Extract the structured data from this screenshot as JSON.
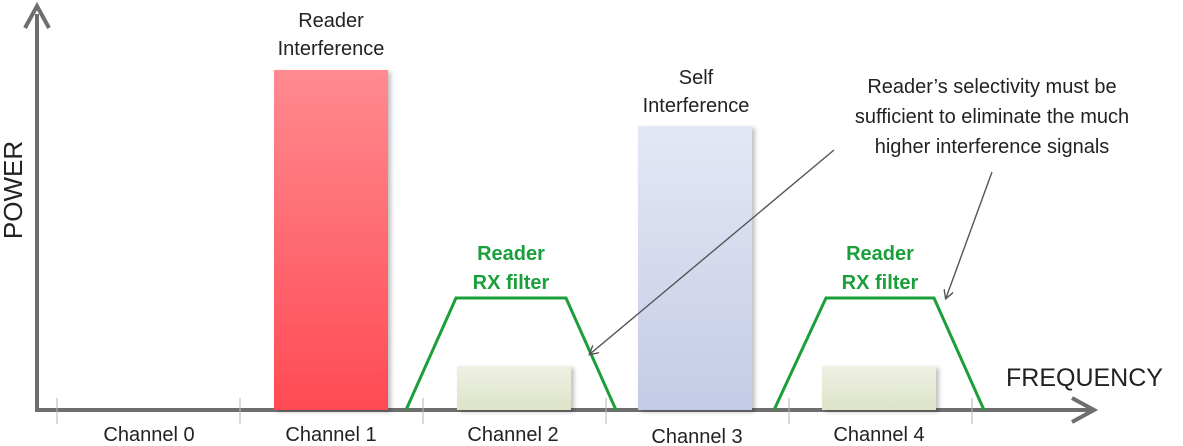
{
  "axes": {
    "y_label": "POWER",
    "x_label": "FREQUENCY"
  },
  "channels": [
    {
      "label": "Channel 0"
    },
    {
      "label": "Channel 1"
    },
    {
      "label": "Channel 2"
    },
    {
      "label": "Channel 3"
    },
    {
      "label": "Channel 4"
    }
  ],
  "reader_interference": {
    "lines": [
      "Reader",
      "Interference"
    ],
    "color": "#ff5a63"
  },
  "self_interference": {
    "lines": [
      "Self",
      "Interference"
    ],
    "color": "#c9cfe8"
  },
  "rx_filters": [
    {
      "lines": [
        "Reader",
        "RX filter"
      ]
    },
    {
      "lines": [
        "Reader",
        "RX filter"
      ]
    }
  ],
  "filter_color": "#1a9f3a",
  "signal_color": "#e3e9d2",
  "callout": {
    "lines": [
      "Reader’s selectivity must be",
      "sufficient to eliminate the much",
      "higher interference signals"
    ]
  }
}
